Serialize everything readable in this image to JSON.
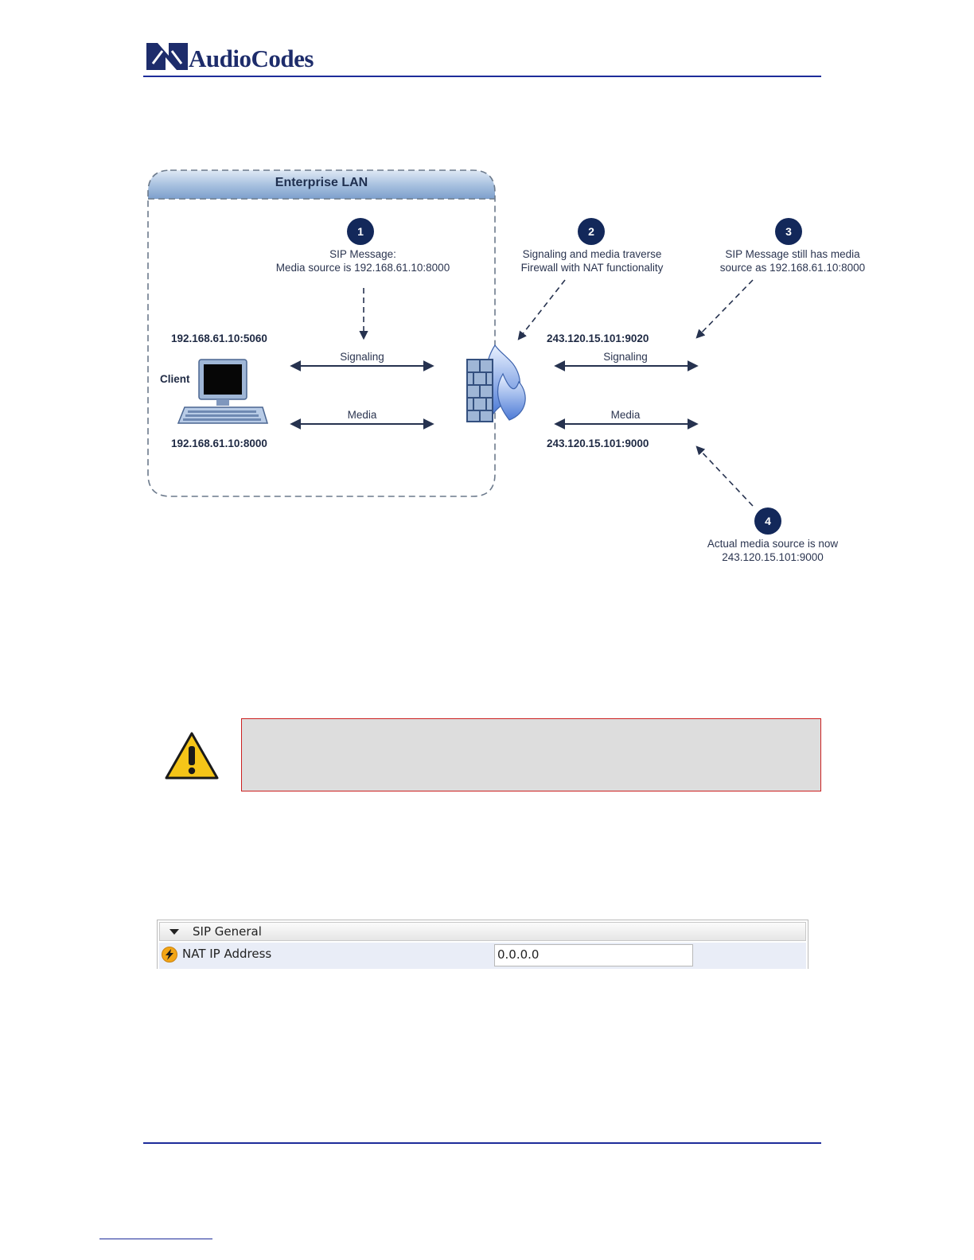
{
  "header": {
    "brand": "AudioCodes"
  },
  "diagram": {
    "lan_title": "Enterprise LAN",
    "steps": [
      {
        "num": "1",
        "line1": "SIP Message:",
        "line2": "Media source is 192.168.61.10:8000"
      },
      {
        "num": "2",
        "line1": "Signaling and media traverse",
        "line2": "Firewall with NAT functionality"
      },
      {
        "num": "3",
        "line1": "SIP Message still has media",
        "line2": "source as 192.168.61.10:8000"
      },
      {
        "num": "4",
        "line1": "Actual media source is now",
        "line2": "243.120.15.101:9000"
      }
    ],
    "client_label": "Client",
    "lan_signaling_addr": "192.168.61.10:5060",
    "lan_media_addr": "192.168.61.10:8000",
    "wan_signaling_addr": "243.120.15.101:9020",
    "wan_media_addr": "243.120.15.101:9000",
    "signaling_label": "Signaling",
    "media_label": "Media"
  },
  "panel": {
    "section_title": "SIP General",
    "field_label": "NAT IP Address",
    "field_value": "0.0.0.0"
  },
  "colors": {
    "brand_blue": "#1d2c6b",
    "rule_blue": "#1d2c9a",
    "step_circle": "#13285a",
    "note_border": "#cc2020",
    "note_fill": "#dddddd"
  }
}
